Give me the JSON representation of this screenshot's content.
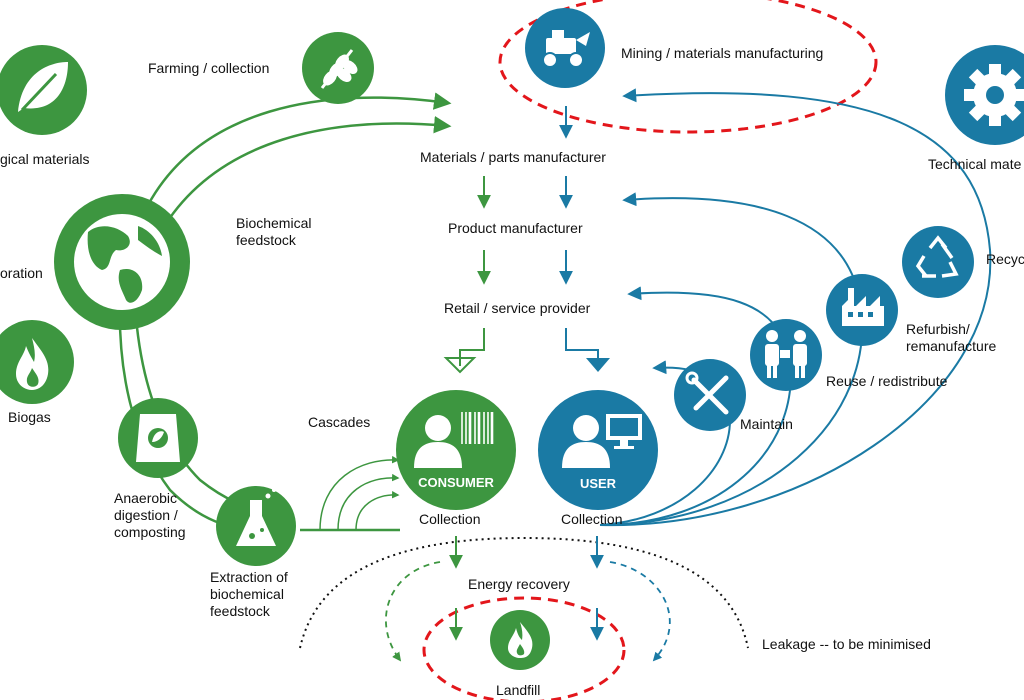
{
  "colors": {
    "green": "#3d9640",
    "blue": "#1a7aa4",
    "red_dash": "#e3161b",
    "black": "#111111"
  },
  "labels": {
    "farming": "Farming / collection",
    "bio_materials": "gical materials",
    "biochem_feedstock_1": "Biochemical",
    "biochem_feedstock_2": "feedstock",
    "restoration": "oration",
    "biogas": "Biogas",
    "anaerobic_1": "Anaerobic",
    "anaerobic_2": "digestion /",
    "anaerobic_3": "composting",
    "extraction_1": "Extraction of",
    "extraction_2": "biochemical",
    "extraction_3": "feedstock",
    "cascades": "Cascades",
    "mining": "Mining / materials manufacturing",
    "materials_mfr": "Materials / parts manufacturer",
    "product_mfr": "Product manufacturer",
    "retail": "Retail / service provider",
    "technical_materials": "Technical mate",
    "recycle": "Recyc",
    "refurbish_1": "Refurbish/",
    "refurbish_2": "remanufacture",
    "reuse": "Reuse / redistribute",
    "maintain": "Maintain",
    "consumer": "CONSUMER",
    "user": "USER",
    "collection_left": "Collection",
    "collection_right": "Collection",
    "energy_recovery": "Energy recovery",
    "leakage": "Leakage -- to be minimised",
    "landfill": "Landfill"
  },
  "icons": {
    "leaf": "leaf-icon",
    "wheat": "wheat-icon",
    "globe": "globe-icon",
    "flame": "flame-icon",
    "sack": "fertilizer-sack-icon",
    "flask": "flask-icon",
    "consumer": "consumer-barcode-icon",
    "tractor": "tractor-icon",
    "gear": "gear-icon",
    "recycle": "recycle-icon",
    "factory": "factory-icon",
    "people": "people-exchange-icon",
    "tools": "tools-icon",
    "user": "user-computer-icon",
    "landfill_flame": "landfill-flame-icon"
  }
}
